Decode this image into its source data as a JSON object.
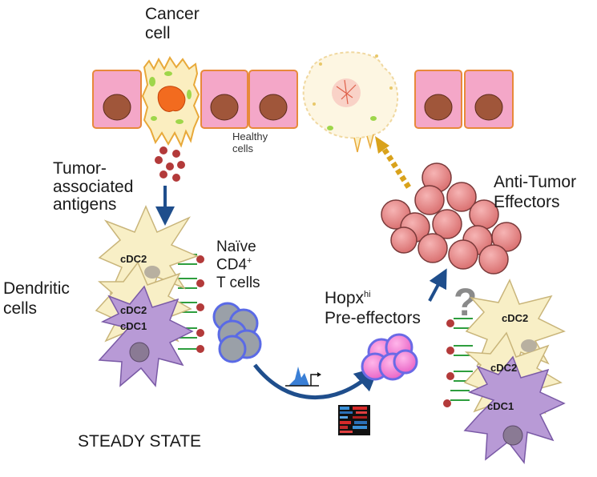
{
  "labels": {
    "cancer_cell": "Cancer\ncell",
    "healthy_cells": "Healthy\ncells",
    "tumor_antigens": "Tumor-\nassociated\nantigens",
    "dendritic_cells": "Dendritic\ncells",
    "naive_line1": "Naïve",
    "naive_line2": "CD4",
    "naive_sup": "+",
    "naive_line3": "T cells",
    "hopx_main": "Hopx",
    "hopx_sup": "hi",
    "hopx_line2": "Pre-effectors",
    "anti_tumor": "Anti-Tumor\nEffectors",
    "steady_state": "STEADY STATE",
    "question_mark": "?"
  },
  "dc_labels": {
    "left_top": "cDC2",
    "left_mid": "cDC2",
    "left_bottom": "cDC1",
    "right_top": "cDC2",
    "right_mid": "cDC2",
    "right_bottom": "cDC1"
  },
  "colors": {
    "healthy_cell_fill": "#f4a7c8",
    "healthy_cell_border": "#e8893a",
    "nucleus": "#a0563a",
    "cancer_fill": "#fbeec0",
    "cancer_nucleus": "#f26b1f",
    "dc_cream": "#f8efc6",
    "dc_purple": "#b89ad6",
    "naive_t": "#9aa0a8",
    "pre_effector": "#f07fd0",
    "effector": "#e88a8a",
    "arrow_navy": "#1f4e8c",
    "antigen": "#b33a3a",
    "receptor_green": "#2e9e3e",
    "dashed_arrow": "#d9a21b"
  }
}
